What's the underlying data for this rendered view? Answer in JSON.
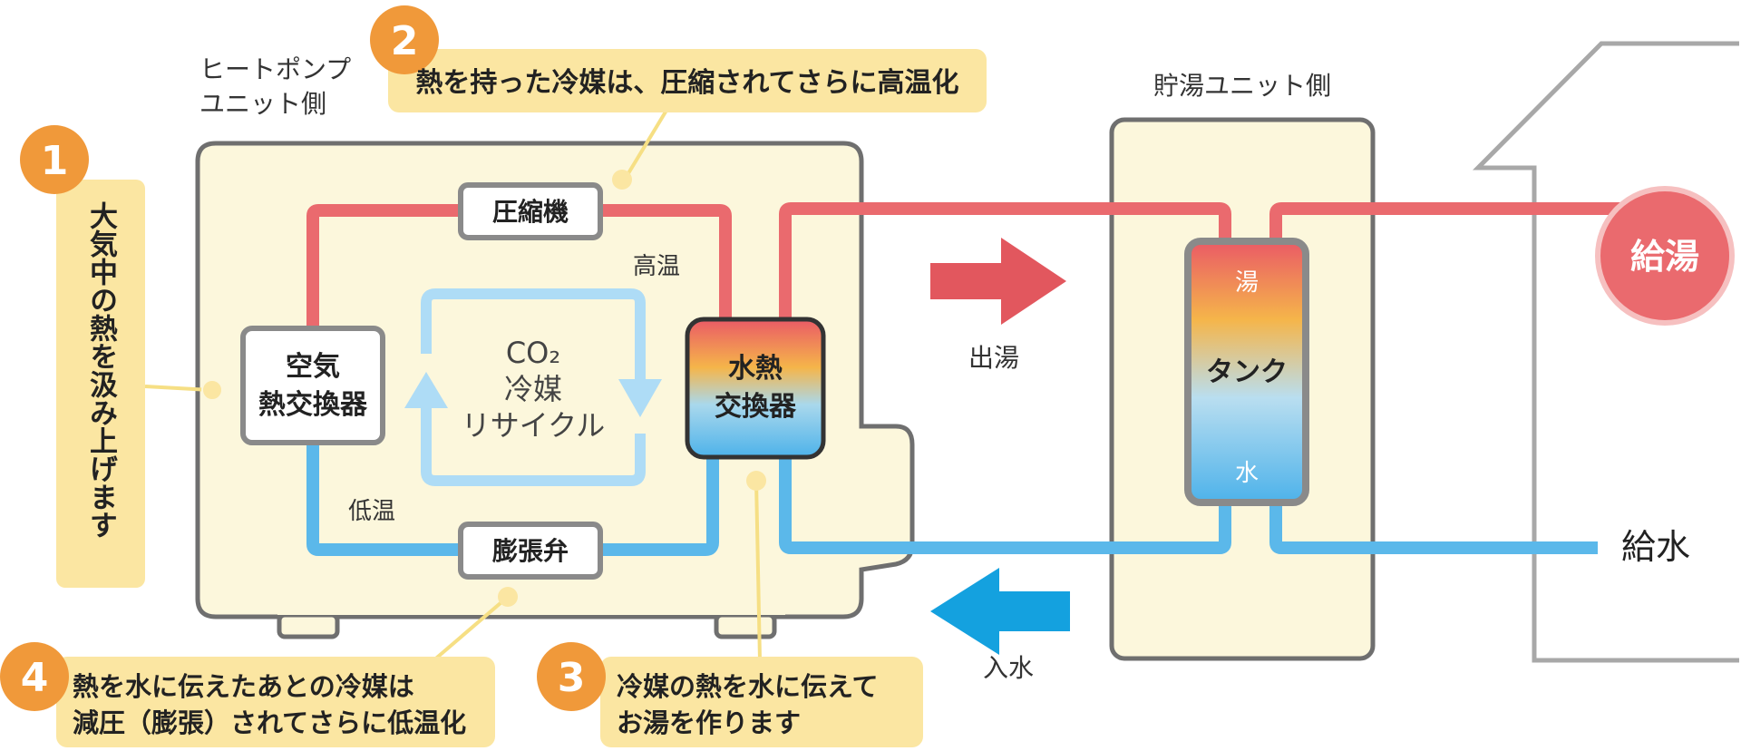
{
  "colors": {
    "hot": "#ea6a6e",
    "cold": "#5bb8ea",
    "cycle": "#aedcf6",
    "unit_fill": "#fcf7dc",
    "unit_stroke": "#6f6f6f",
    "callout_fill": "#fbe6a2",
    "badge": "#f0993a",
    "arrow_out": "#e2575e",
    "arrow_in": "#14a1df",
    "supply_circle": "#ea6a6e",
    "house_line": "#a8a8a8"
  },
  "labels": {
    "heat_pump_unit": [
      "ヒートポンプ",
      "ユニット側"
    ],
    "tank_unit": "貯湯ユニット側",
    "compressor": "圧縮機",
    "expansion_valve": "膨張弁",
    "air_heat_exchanger": [
      "空気",
      "熱交換器"
    ],
    "water_heat_exchanger": [
      "水熱",
      "交換器"
    ],
    "high_temp": "高温",
    "low_temp": "低温",
    "cycle": [
      "CO₂",
      "冷媒",
      "リサイクル"
    ],
    "tank": "タンク",
    "tank_hot": "湯",
    "tank_water": "水",
    "hot_out": "出湯",
    "water_in": "入水",
    "hot_supply": "給湯",
    "water_supply": "給水"
  },
  "steps": [
    {
      "num": "1",
      "text": [
        "大気中の熱を汲み上げます"
      ]
    },
    {
      "num": "2",
      "text": [
        "熱を持った冷媒は、圧縮されてさらに高温化"
      ]
    },
    {
      "num": "3",
      "text": [
        "冷媒の熱を水に伝えて",
        "お湯を作ります"
      ]
    },
    {
      "num": "4",
      "text": [
        "熱を水に伝えたあとの冷媒は",
        "減圧（膨張）されてさらに低温化"
      ]
    }
  ]
}
